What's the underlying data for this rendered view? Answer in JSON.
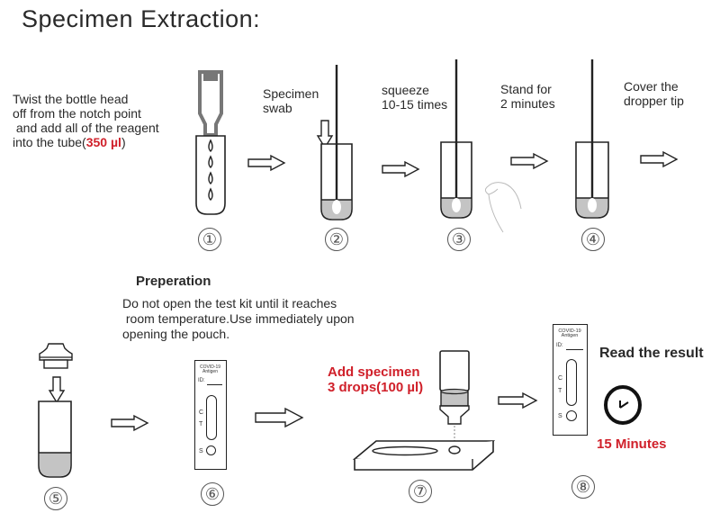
{
  "title": "Specimen Extraction:",
  "colors": {
    "red_accent": "#d0202a",
    "fill_gray": "#c4c4c4",
    "stroke": "#222222"
  },
  "steps": [
    {
      "number": "①",
      "label_lines": [
        "Twist the bottle head",
        "off from the notch point",
        " and add all of the reagent",
        "into the tube("
      ],
      "highlight": "350 µl",
      "suffix": ")"
    },
    {
      "number": "②",
      "label_lines": [
        "Specimen",
        "swab"
      ]
    },
    {
      "number": "③",
      "label_lines": [
        "squeeze",
        "10-15 times"
      ]
    },
    {
      "number": "④",
      "label_lines": [
        "Stand for",
        "2 minutes"
      ]
    },
    {
      "number": "⑤",
      "label_lines": [
        "Cover the",
        "dropper tip"
      ]
    },
    {
      "number": "⑥"
    },
    {
      "number": "⑦",
      "highlight_lines": [
        "Add specimen",
        "3 drops(100 µl)"
      ]
    },
    {
      "number": "⑧",
      "label": "Read the result",
      "timer": "15 Minutes"
    }
  ],
  "preparation": {
    "heading": "Preperation",
    "lines": [
      "Do not open the test kit until it reaches",
      " room temperature.Use immediately upon",
      "opening the pouch."
    ]
  },
  "cassette": {
    "brand_line1": "COVID-19",
    "brand_line2": "Antigen",
    "id_label": "ID:",
    "c_label": "C",
    "t_label": "T",
    "s_label": "S"
  },
  "icons": [
    "arrow-right-icon",
    "arrow-down-icon",
    "clock-icon",
    "hand-icon",
    "drop-icon"
  ]
}
